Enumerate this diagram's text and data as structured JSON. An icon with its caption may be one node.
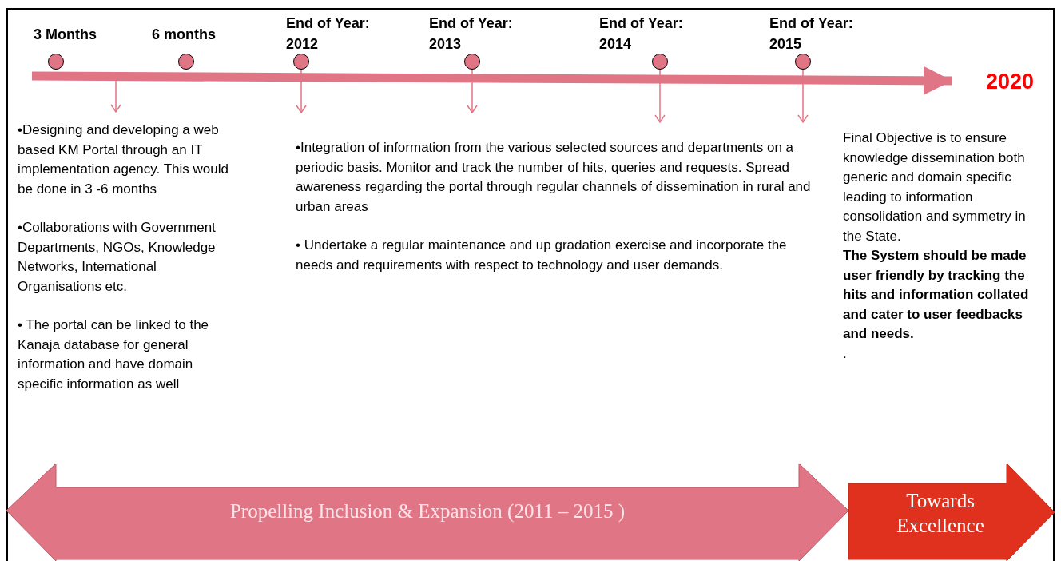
{
  "diagram": {
    "nodes": [
      {
        "text": [
          "3 Months"
        ]
      },
      {
        "text": [
          "6 months"
        ]
      },
      {
        "text": [
          "End of Year: 2012"
        ]
      },
      {
        "text": [
          "End of Year: 2013"
        ]
      },
      {
        "text": [
          "End of Year: 2014"
        ]
      },
      {
        "text": [
          "End of Year: 2015"
        ]
      },
      {
        "text": [
          "2020"
        ]
      },
      {
        "text": [
          "•Designing and developing a web based KM Portal through an IT implementation agency. This would be done in 3 -6 months",
          "•Collaborations with Government Departments, NGOs, Knowledge Networks, International Organisations etc.",
          "• The portal can be linked to the Kanaja database for general information and have domain specific information as well"
        ]
      },
      {
        "text": [
          "•Integration of information from the various selected sources and departments on a periodic basis. Monitor and track the number of hits, queries and requests. Spread awareness regarding the portal through regular channels of dissemination in rural and urban areas",
          "• Undertake a regular maintenance and up gradation exercise and incorporate the needs and requirements with respect to technology and user demands."
        ]
      },
      {
        "text": [
          "Final Objective is to ensure knowledge dissemination both generic and domain specific leading to information consolidation and symmetry in the State.",
          "The System should be made user friendly by tracking the hits and information collated and cater to user feedbacks and needs.",
          "."
        ]
      },
      {
        "text": [
          "Propelling Inclusion & Expansion (2011 – 2015 )"
        ]
      },
      {
        "text": [
          "Towards Excellence"
        ]
      }
    ],
    "edges": [
      {
        "from": null,
        "to": 6,
        "arrow": "to",
        "style": "thick"
      },
      {
        "from": null,
        "to": 7,
        "arrow": "to"
      },
      {
        "from": 2,
        "to": 8,
        "arrow": "to"
      },
      {
        "from": 3,
        "to": 8,
        "arrow": "to"
      },
      {
        "from": 4,
        "to": 8,
        "arrow": "to"
      },
      {
        "from": 5,
        "to": 8,
        "arrow": "to"
      }
    ]
  }
}
